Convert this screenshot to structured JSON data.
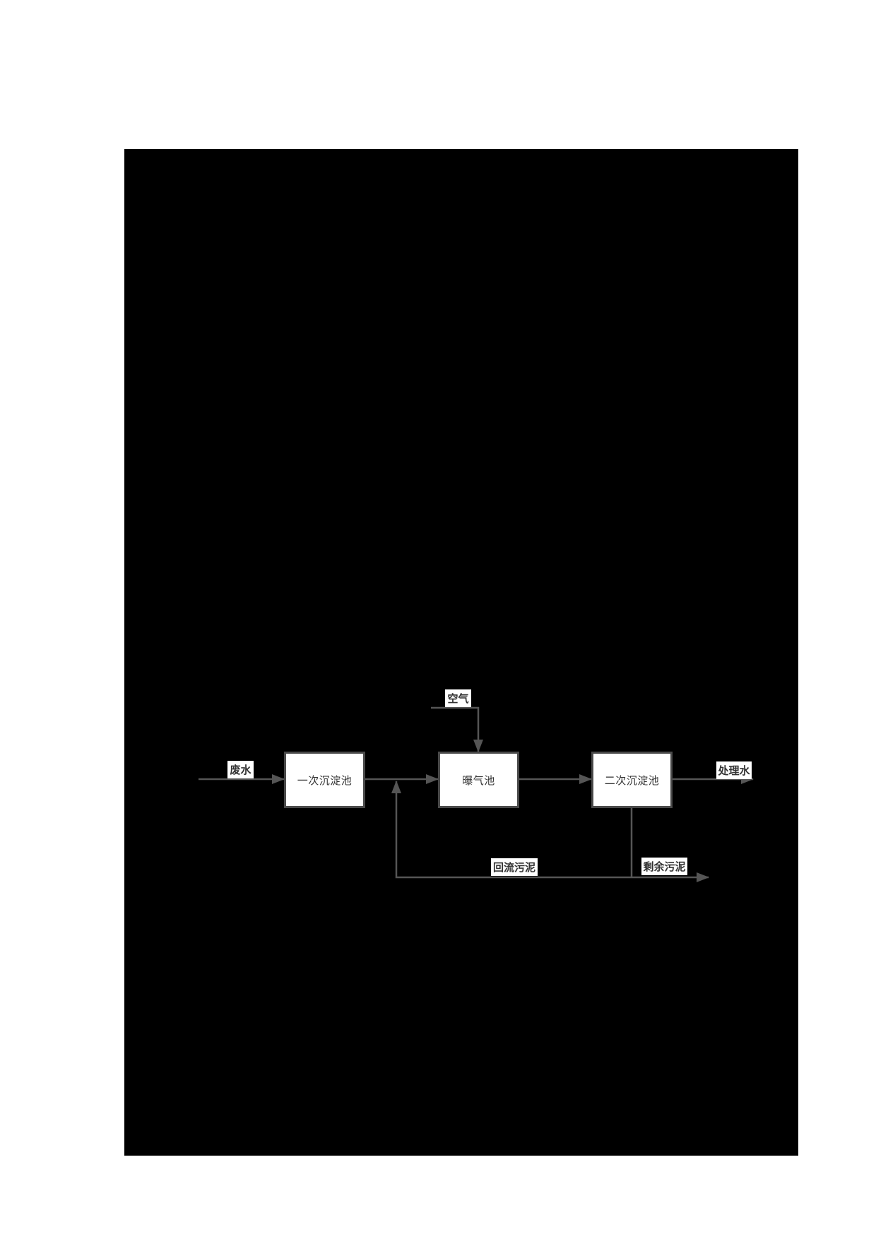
{
  "diagram": {
    "type": "flowchart",
    "title": "",
    "colors": {
      "background": "#000000",
      "page": "#ffffff",
      "node_fill": "#ffffff",
      "line": "#555555",
      "text": "#333333"
    },
    "nodes": [
      {
        "id": "primary",
        "label": "一次沉淀池"
      },
      {
        "id": "aeration",
        "label": "曝气池"
      },
      {
        "id": "secondary",
        "label": "二次沉淀池"
      }
    ],
    "edge_labels": {
      "wastewater": "废水",
      "air": "空气",
      "treated_water": "处理水",
      "return_sludge": "回流污泥",
      "excess_sludge": "剩余污泥"
    },
    "edges": [
      {
        "from": "input",
        "to": "primary",
        "label": "废水"
      },
      {
        "from": "primary",
        "to": "aeration",
        "label": ""
      },
      {
        "from": "air_input",
        "to": "aeration",
        "label": "空气"
      },
      {
        "from": "aeration",
        "to": "secondary",
        "label": ""
      },
      {
        "from": "secondary",
        "to": "output",
        "label": "处理水"
      },
      {
        "from": "secondary",
        "to": "aeration_inlet",
        "label": "回流污泥"
      },
      {
        "from": "secondary",
        "to": "sludge_output",
        "label": "剩余污泥"
      }
    ]
  }
}
